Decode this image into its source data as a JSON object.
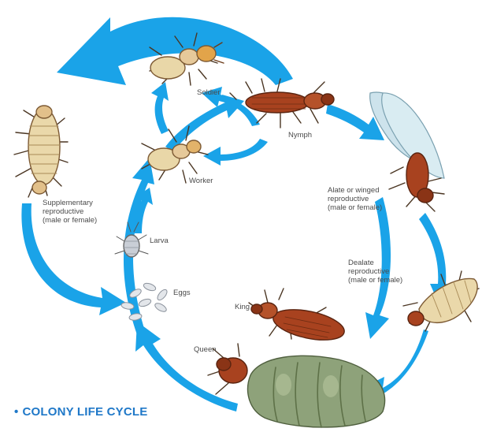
{
  "labels": {
    "soldier": "Soldier",
    "nymph": "Nymph",
    "worker": "Worker",
    "alate": [
      "Alate or winged",
      "reproductive",
      "(male or female)"
    ],
    "supplementary": [
      "Supplementary",
      "reproductive",
      "(male or female)"
    ],
    "larva": "Larva",
    "eggs": "Eggs",
    "dealate": [
      "Dealate",
      "reproductive",
      "(male or female)"
    ],
    "king": "King",
    "queen": "Queen"
  },
  "caption": {
    "bullet": "•",
    "text": "COLONY LIFE CYCLE"
  },
  "colors": {
    "arrow": "#1aa3e8",
    "caption": "#1f78c8",
    "label_text": "#4a4a4a",
    "pale_body": "#e9d7a8",
    "red_body": "#a8421f",
    "queen_abdomen": "#8ea27a",
    "wing": "#cde3ec"
  }
}
